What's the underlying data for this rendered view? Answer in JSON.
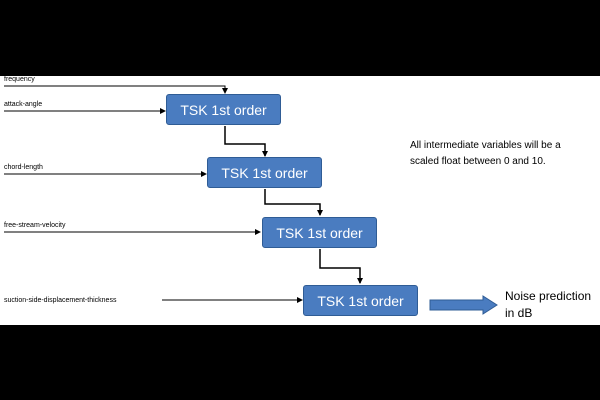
{
  "inputs": [
    {
      "label": "frequency"
    },
    {
      "label": "attack-angle"
    },
    {
      "label": "chord-length"
    },
    {
      "label": "free-stream-velocity"
    },
    {
      "label": "suction-side-displacement-thickness"
    }
  ],
  "blocks": [
    {
      "label": "TSK 1st order"
    },
    {
      "label": "TSK 1st order"
    },
    {
      "label": "TSK 1st order"
    },
    {
      "label": "TSK 1st order"
    }
  ],
  "note": "All intermediate variables will be a scaled float between 0 and 10.",
  "output": {
    "label": "Noise prediction in dB"
  },
  "colors": {
    "block_fill": "#4a7cc0",
    "block_border": "#2f5c95",
    "output_arrow": "#4a7cc0",
    "wire": "#000000"
  }
}
